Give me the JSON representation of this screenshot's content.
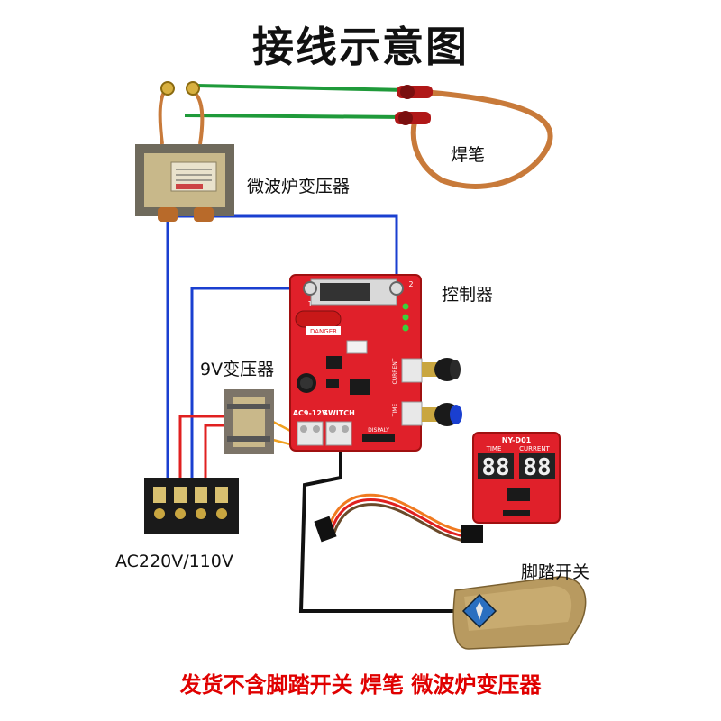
{
  "title": "接线示意图",
  "labels": {
    "welding_pen": "焊笔",
    "microwave_transformer": "微波炉变压器",
    "controller": "控制器",
    "nine_v_transformer": "9V变压器",
    "mains": "AC220V/110V",
    "foot_switch": "脚踏开关"
  },
  "board_markings": {
    "danger": "DANGER",
    "ac_input": "AC9-12V",
    "switch": "SWITCH",
    "current": "CURRENT",
    "time": "TIME",
    "display": "DISPALY",
    "terminal_1": "1",
    "terminal_2": "2"
  },
  "display_module": {
    "model": "NY-D01",
    "time_label": "TIME",
    "current_label": "CURRENT",
    "time_digits": "88",
    "current_digits": "88"
  },
  "footer": "发货不含脚踏开关 焊笔 微波炉变压器",
  "colors": {
    "wire_green": "#1f9a3a",
    "wire_blue": "#1a3fd0",
    "wire_red": "#e02020",
    "wire_black": "#111111",
    "wire_yellow": "#f0a020",
    "pcb_red": "#e0202a",
    "footer_red": "#e00000"
  }
}
